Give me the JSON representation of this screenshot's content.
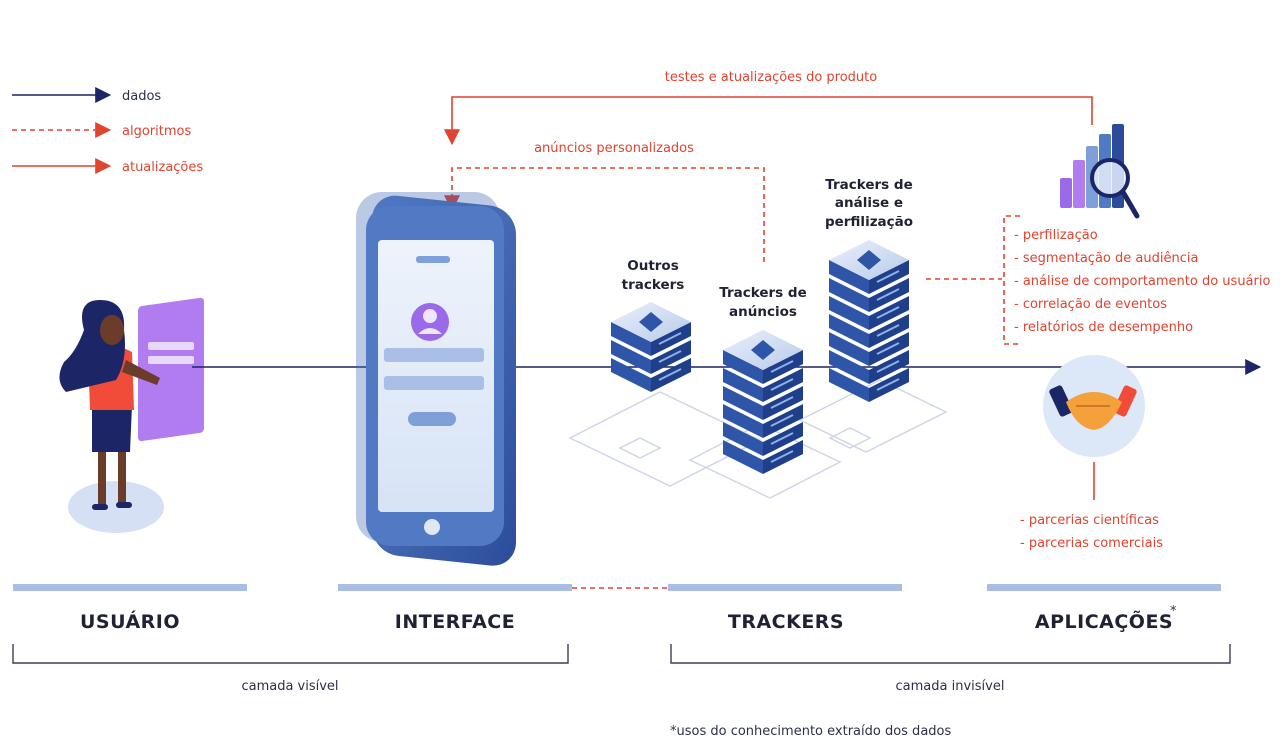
{
  "legend": {
    "data": "dados",
    "algorithms": "algoritmos",
    "updates": "atualizações"
  },
  "flows": {
    "product_updates": "testes e atualizações do produto",
    "personalized_ads": "anúncios personalizados"
  },
  "trackers": {
    "other": [
      "Outros",
      "trackers"
    ],
    "ads": [
      "Trackers de",
      "anúncios"
    ],
    "analysis": [
      "Trackers de",
      "análise e",
      "perfilização"
    ]
  },
  "analysis_uses": [
    "- perfilização",
    "- segmentação de audiência",
    "- análise de comportamento do usuário",
    "- correlação de eventos",
    "- relatórios de desempenho"
  ],
  "partnership_uses": [
    "- parcerias científicas",
    "- parcerias comerciais"
  ],
  "sections": {
    "user": "USUÁRIO",
    "interface": "INTERFACE",
    "trackers": "TRACKERS",
    "applications": "APLICAÇÕES",
    "applications_mark": "*"
  },
  "layers": {
    "visible": "camada visível",
    "invisible": "camada invisível"
  },
  "footnote": "*usos do conhecimento extraído dos dados",
  "colors": {
    "data": "#1c2566",
    "algorithms": "#e0432f",
    "updates": "#e0432f",
    "section_bar": "#a9bde6"
  }
}
